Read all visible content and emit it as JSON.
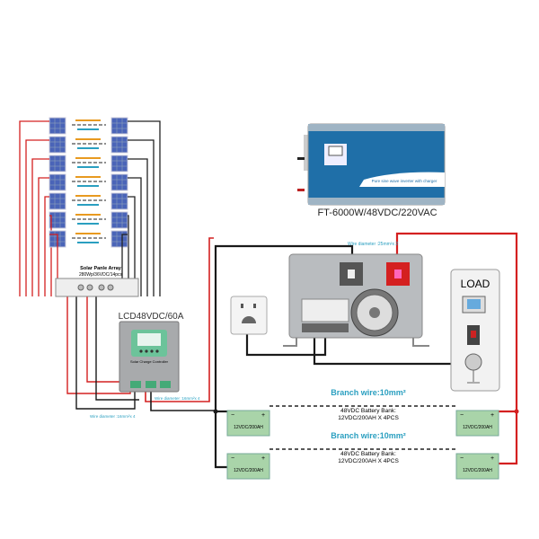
{
  "solar_array": {
    "title": "Solar Panle Array",
    "spec": "280Wp/36VDC/14pcs",
    "rows": 7
  },
  "controller": {
    "model": "LCD48VDC/60A",
    "label": "Solar Charge Controller",
    "wire_in": "Wire diameter :16mm²x 4",
    "wire_out": "Wire diameter :16mm²x 4"
  },
  "inverter": {
    "model": "FT-6000W/48VDC/220VAC",
    "banner": "Pure sine wave inverter with charger",
    "wire": "Wire diameter :25mm²x 2"
  },
  "load": {
    "label": "LOAD"
  },
  "battery_banks": [
    {
      "branch": "Branch wire:10mm²",
      "line1": "48VDC Battery Bank:",
      "line2": "12VDC/200AH  X  4PCS"
    },
    {
      "branch": "Branch wire:10mm²",
      "line1": "48VDC Battery Bank:",
      "line2": "12VDC/200AH  X  4PCS"
    }
  ],
  "battery_label": "12VDC/200AH",
  "colors": {
    "positive": "#d42020",
    "negative": "#1a1a1a",
    "battery": "#a9d4a9",
    "inverter": "#1f6fa8",
    "cyan_text": "#2a9fc0"
  }
}
